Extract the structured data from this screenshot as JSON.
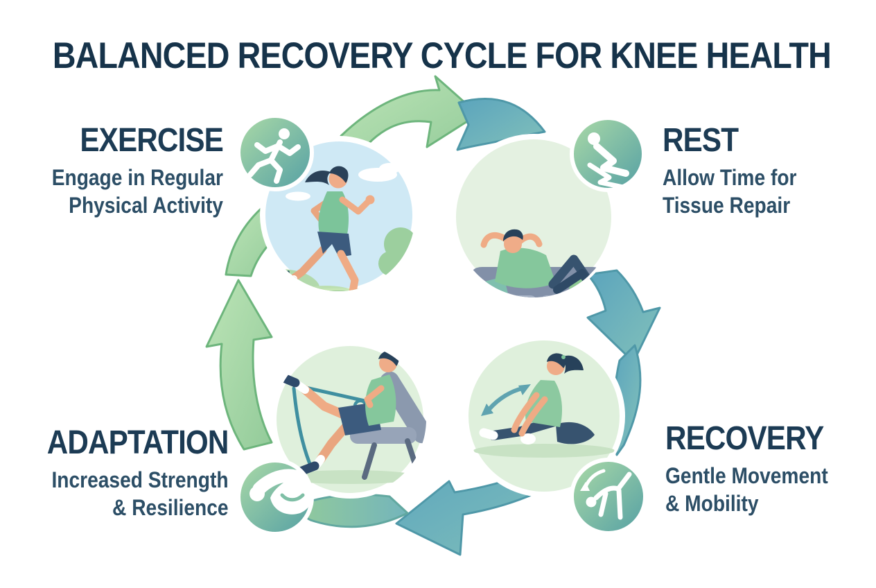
{
  "title": "BALANCED RECOVERY CYCLE FOR KNEE HEALTH",
  "colors": {
    "heading_navy": "#1c3b54",
    "subtitle_navy": "#2c4e66",
    "arrow_green_fill": "#a9dcab",
    "arrow_green_stroke": "#6db57c",
    "arrow_teal_fill": "#6fb2bd",
    "arrow_teal_stroke": "#4f98a8",
    "icon_circle_gradient_start": "#a8d8a6",
    "icon_circle_gradient_end": "#55a0a4",
    "illustration_bg_green": "#e2f0de",
    "illustration_sky_blue": "#cfe9f5"
  },
  "cycle_direction": "clockwise",
  "stages": [
    {
      "id": "exercise",
      "label": "EXERCISE",
      "desc_line1": "Engage in Regular",
      "desc_line2": "Physical Activity",
      "icon": "runner-icon",
      "illustration": "woman jogging in park"
    },
    {
      "id": "rest",
      "label": "REST",
      "desc_line1": "Allow Time for",
      "desc_line2": "Tissue Repair",
      "icon": "recliner-icon",
      "illustration": "person resting on couch"
    },
    {
      "id": "recovery",
      "label": "RECOVERY",
      "desc_line1": "Gentle Movement",
      "desc_line2": "& Mobility",
      "icon": "forward-bend-icon",
      "illustration": "woman seated stretch"
    },
    {
      "id": "adaptation",
      "label": "ADAPTATION",
      "desc_line1": "Increased Strength",
      "desc_line2": "& Resilience",
      "icon": "flexed-bicep-icon",
      "illustration": "man resistance band exercise"
    }
  ]
}
